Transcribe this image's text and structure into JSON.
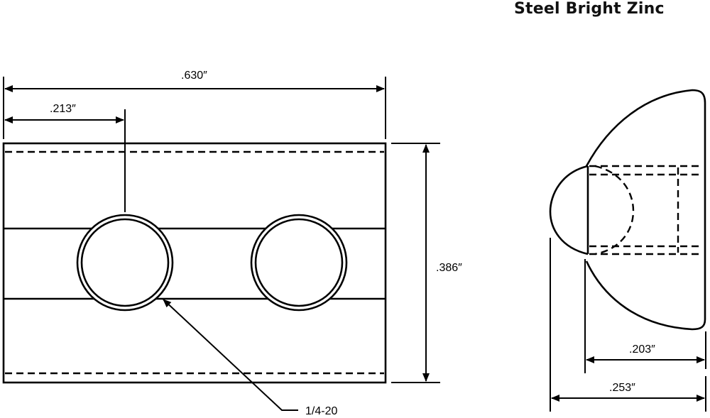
{
  "title": "Steel Bright Zinc",
  "dimensions": {
    "overall_length": ".630″",
    "hole_offset": ".213″",
    "height": ".386″",
    "thread": "1/4-20",
    "depth_inner": ".203″",
    "depth_outer": ".253″"
  },
  "colors": {
    "line": "#000000",
    "background": "#ffffff"
  }
}
